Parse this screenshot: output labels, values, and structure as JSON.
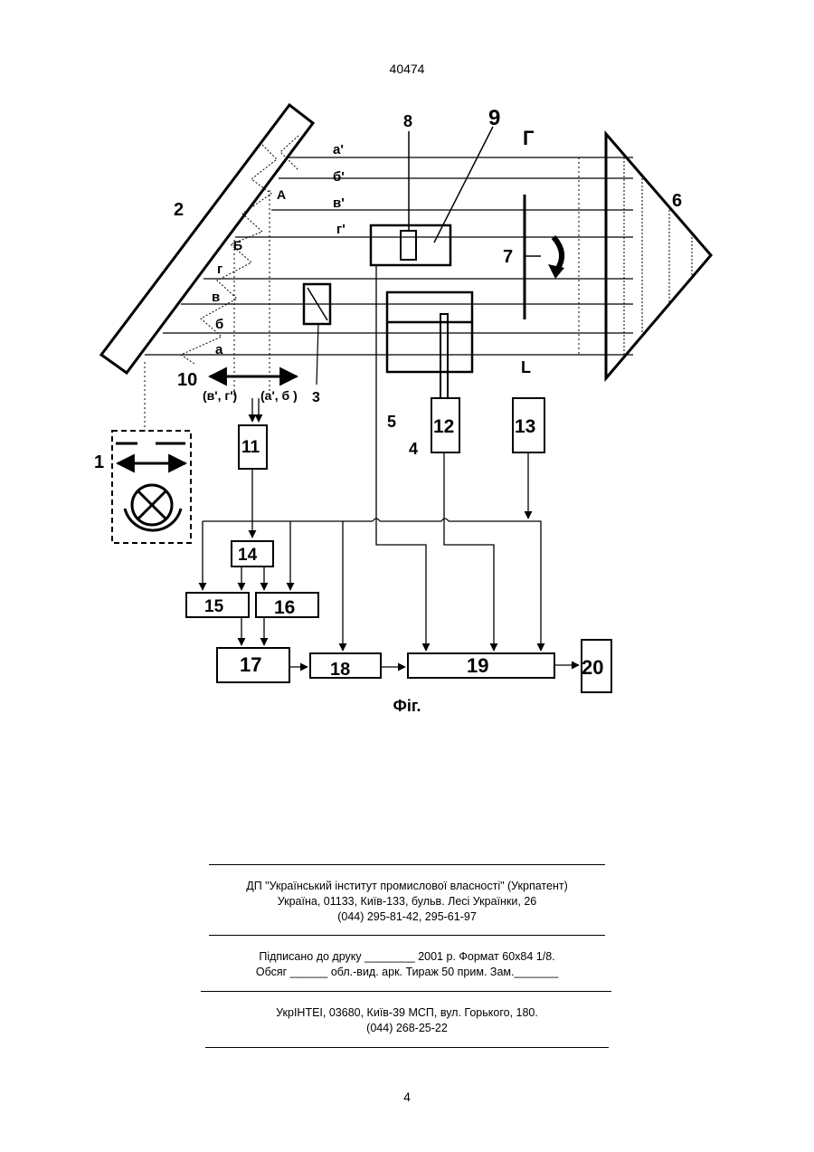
{
  "header": {
    "patent_number": "40474"
  },
  "figure": {
    "caption": "Фіг.",
    "ray_labels_upper": [
      "а'",
      "б'",
      "в'",
      "г'"
    ],
    "ray_labels_lower": [
      "г",
      "в",
      "б",
      "а"
    ],
    "point_labels": {
      "A": "А",
      "B": "Б",
      "G": "Г",
      "L": "L"
    },
    "lens_labels": {
      "left": "(в', г')",
      "right": "(а', б )"
    },
    "components": [
      "1",
      "2",
      "3",
      "4",
      "5",
      "6",
      "7",
      "8",
      "9",
      "10",
      "11",
      "12",
      "13",
      "14",
      "15",
      "16",
      "17",
      "18",
      "19",
      "20"
    ]
  },
  "footer": {
    "block1": [
      "ДП \"Український інститут промислової власності\" (Укрпатент)",
      "Україна, 01133, Київ-133, бульв. Лесі Українки, 26",
      "(044) 295-81-42, 295-61-97"
    ],
    "block2": [
      "Підписано до друку ________ 2001 р.    Формат 60x84 1/8.",
      "Обсяг ______ обл.-вид. арк.   Тираж 50 прим.    Зам._______"
    ],
    "block3": [
      "УкрІНТЕІ, 03680, Київ-39 МСП, вул. Горького, 180.",
      "(044) 268-25-22"
    ]
  },
  "page_number": "4"
}
